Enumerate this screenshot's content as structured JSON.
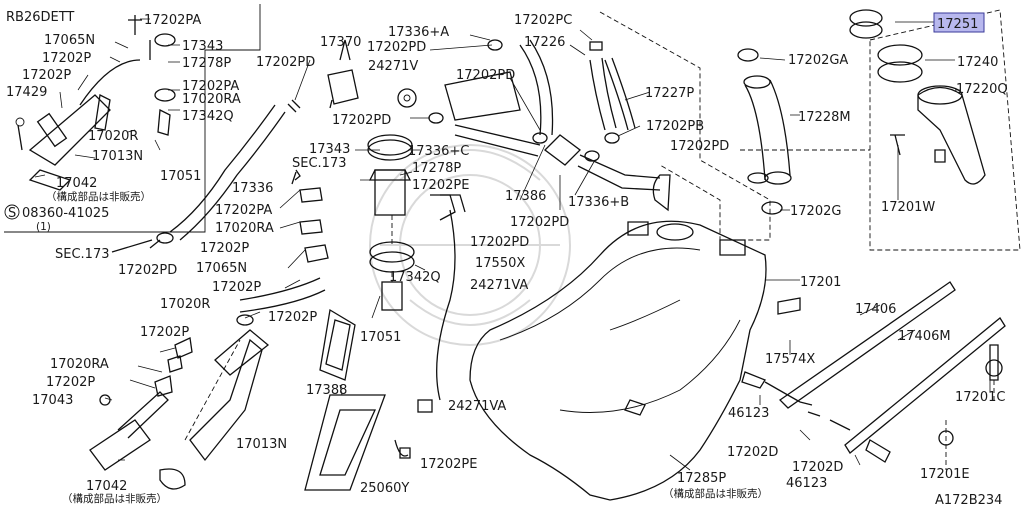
{
  "header": {
    "engine": "RB26DETT"
  },
  "footer": {
    "code": "A172B234"
  },
  "labels": {
    "l17202PA_a": "17202PA",
    "l17065N_a": "17065N",
    "l17343_a": "17343",
    "l17202P_a": "17202P",
    "l17278P_a": "17278P",
    "l17202P_b": "17202P",
    "l17429": "17429",
    "l17202PA_b": "17202PA",
    "l17020RA_a": "17020RA",
    "l17342Q_a": "17342Q",
    "l17020R_a": "17020R",
    "l17013N_a": "17013N",
    "l17051_a": "17051",
    "l17042_a": "17042",
    "l08360": "08360-41025",
    "l08360_qty": "(1)",
    "l17370": "17370",
    "l17202PD_a": "17202PD",
    "l17336pA": "17336+A",
    "l17202PD_b": "17202PD",
    "l24271V": "24271V",
    "l17202PD_c": "17202PD",
    "l17202PC": "17202PC",
    "l17226": "17226",
    "l17202GA": "17202GA",
    "l17251": "17251",
    "l17240": "17240",
    "l17220Q": "17220Q",
    "l17227P": "17227P",
    "l17202PD_d": "17202PD",
    "l17228M": "17228M",
    "l17202PB": "17202PB",
    "l17343_b": "17343",
    "l17336pC": "17336+C",
    "lSEC173_a": "SEC.173",
    "l17278P_b": "17278P",
    "l17202PE_a": "17202PE",
    "l17202PD_e": "17202PD",
    "l17336": "17336",
    "l17386": "17386",
    "l17336pB": "17336+B",
    "l17202PA_c": "17202PA",
    "l17020RA_b": "17020RA",
    "l17202PD_f": "17202PD",
    "l17202PD_g": "17202PD",
    "l17201W": "17201W",
    "l17202G": "17202G",
    "lSEC173_b": "SEC.173",
    "l17202P_c": "17202P",
    "l17065N_b": "17065N",
    "l17550X": "17550X",
    "l17202PD_h": "17202PD",
    "l17342Q_b": "17342Q",
    "l17201": "17201",
    "l17202P_d": "17202P",
    "l24271VA_a": "24271VA",
    "l17020R_b": "17020R",
    "l17202P_e": "17202P",
    "l17406": "17406",
    "l17406M": "17406M",
    "l17202P_f": "17202P",
    "l17051_b": "17051",
    "l17574X": "17574X",
    "l17020RA_c": "17020RA",
    "l17202P_g": "17202P",
    "l17388": "17388",
    "l17043": "17043",
    "l46123_a": "46123",
    "l17201C": "17201C",
    "l24271VA_b": "24271VA",
    "l17013N_b": "17013N",
    "l17202D_a": "17202D",
    "l17202D_b": "17202D",
    "l17202PE_b": "17202PE",
    "l46123_b": "46123",
    "l17201E": "17201E",
    "l17042_b": "17042",
    "l25060Y": "25060Y",
    "l17285P": "17285P"
  },
  "notes": {
    "not_sold_separately_a": "（構成部品は非販売）",
    "not_sold_separately_b": "（構成部品は非販売）",
    "not_sold_separately_c": "（構成部品は非販売）"
  },
  "colors": {
    "highlight": "#b8b8ee",
    "line": "#111111",
    "watermark": "#d9d9d9"
  },
  "icons": {
    "circled_s": "circled-S-symbol",
    "arrow": "section-arrow-icon"
  }
}
